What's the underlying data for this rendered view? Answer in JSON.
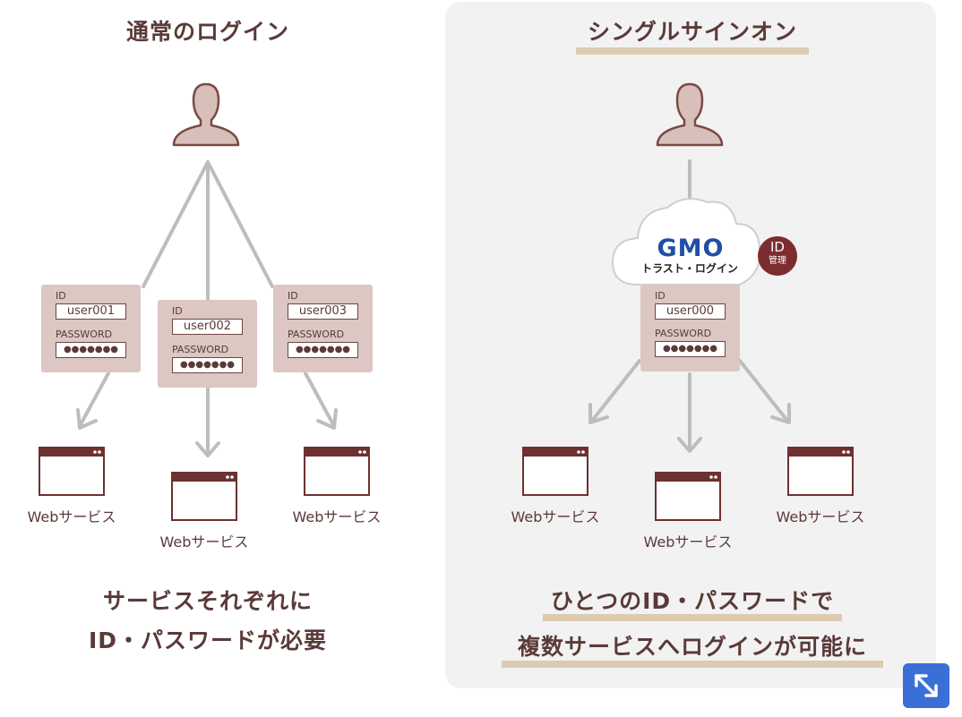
{
  "left": {
    "title": "通常のログイン",
    "credentials": [
      {
        "id_label": "ID",
        "id_value": "user001",
        "pw_label": "PASSWORD",
        "pw_value": "●●●●●●●"
      },
      {
        "id_label": "ID",
        "id_value": "user002",
        "pw_label": "PASSWORD",
        "pw_value": "●●●●●●●"
      },
      {
        "id_label": "ID",
        "id_value": "user003",
        "pw_label": "PASSWORD",
        "pw_value": "●●●●●●●"
      }
    ],
    "services": [
      "Webサービス",
      "Webサービス",
      "Webサービス"
    ],
    "footer_line1": "サービスそれぞれに",
    "footer_line2": "ID・パスワードが必要"
  },
  "right": {
    "title": "シングルサインオン",
    "provider_logo": "GMO",
    "provider_name": "トラスト・ログイン",
    "badge_line1": "ID",
    "badge_line2": "管理",
    "credential": {
      "id_label": "ID",
      "id_value": "user000",
      "pw_label": "PASSWORD",
      "pw_value": "●●●●●●●"
    },
    "services": [
      "Webサービス",
      "Webサービス",
      "Webサービス"
    ],
    "footer_line1": "ひとつのID・パスワードで",
    "footer_line2": "複数サービスへログインが可能に"
  },
  "icons": {
    "user": "user-silhouette-icon",
    "browser": "browser-window-icon",
    "cloud": "cloud-icon",
    "expand": "expand-icon"
  },
  "colors": {
    "text": "#5a3a38",
    "icon_fill": "#d9bfb9",
    "icon_stroke": "#7a4a45",
    "card": "#dcc7c2",
    "highlight": "#dccbb0",
    "badge": "#7b2d2f",
    "logo_blue": "#1f4fa3",
    "expand_button": "#3a6fd8"
  }
}
